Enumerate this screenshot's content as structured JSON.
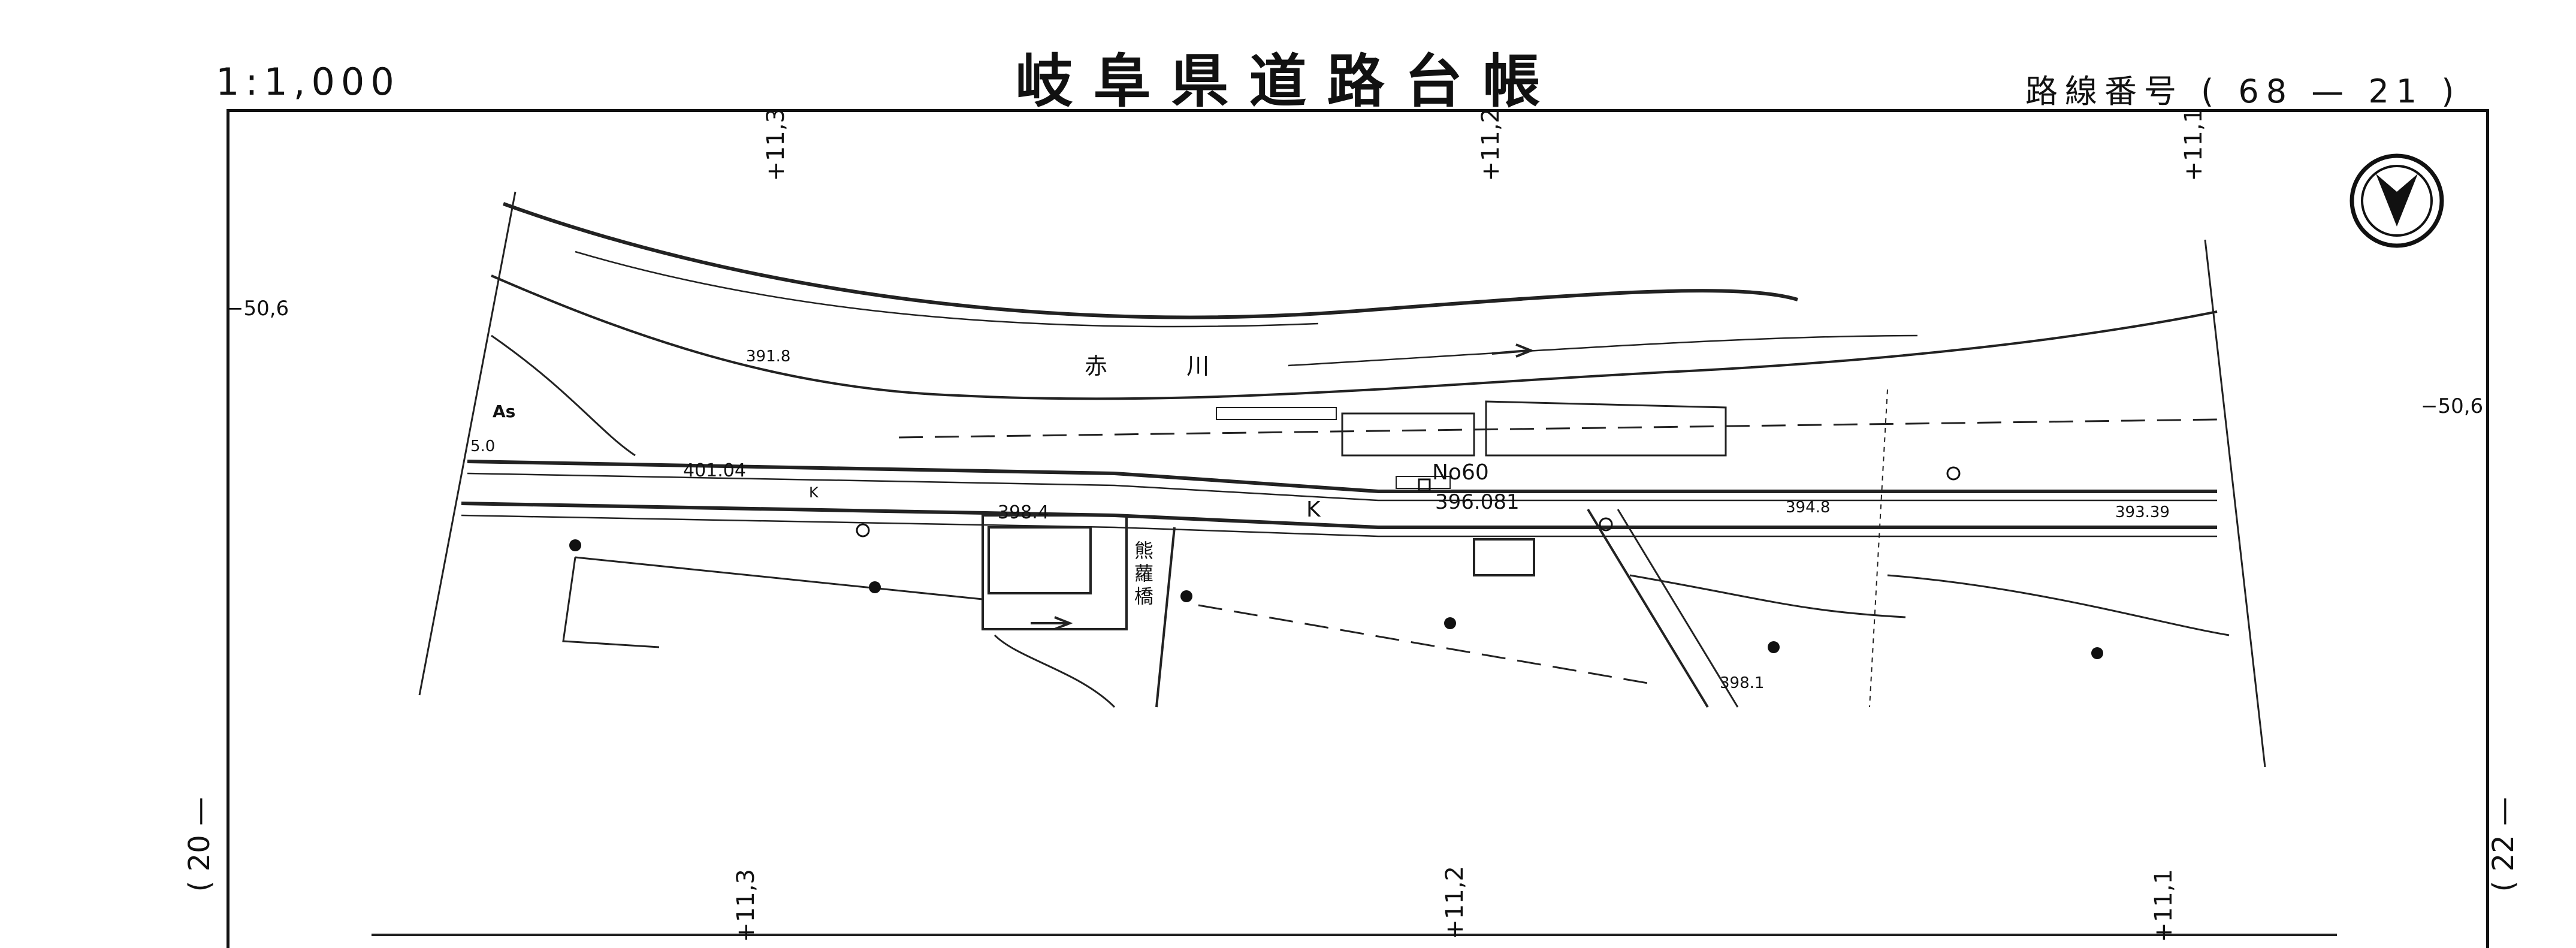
{
  "header": {
    "scale": "1:1,000",
    "title": "岐阜県道路台帳",
    "route": "路線番号 ( 68 — 21 )"
  },
  "grid": {
    "top_ticks": [
      "+11,3",
      "+11,2",
      "+11,1"
    ],
    "bottom_ticks": [
      "+11,3",
      "+11,2",
      "+11,1"
    ],
    "left_tick": "−50,6",
    "right_tick": "−50,6"
  },
  "sheets": {
    "left": "( 20 —",
    "right": "( 22 —"
  },
  "labels": {
    "river": "赤 川",
    "station": "No60",
    "bridge": "熊 蘿 橋",
    "as": "As",
    "width_5": "5.0",
    "k_left": "K",
    "k_mid": "K"
  },
  "elevations": [
    "391.8",
    "401.04",
    "398.4",
    "396.081",
    "394.8",
    "393.39",
    "398.1"
  ],
  "icons": {
    "north_arrow": "north-arrow-icon"
  }
}
